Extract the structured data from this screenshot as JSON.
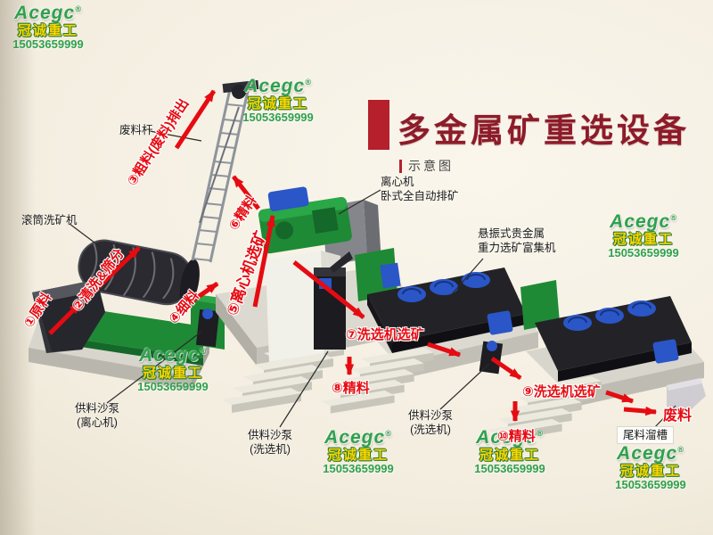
{
  "header": {
    "title": "多金属矿重选设备",
    "subtitle": "示意图"
  },
  "watermark": {
    "brand": "Acegc",
    "reg": "®",
    "company": "冠诚重工",
    "phone": "15053659999"
  },
  "flow": {
    "step1": "①原料",
    "step2": "②清洗&筛分",
    "step3": "③粗料(废料)排出",
    "step4": "④细料",
    "step5": "⑤离心机选矿",
    "step6": "⑥精料",
    "step7": "⑦洗选机选矿",
    "step8": "⑧精料",
    "step9": "⑨洗选机选矿",
    "step10": "⑩精料",
    "waste": "废料"
  },
  "equipment": {
    "waste_rod": "废料杆",
    "drum_washer": "滚筒洗矿机",
    "centrifuge_1": "离心机",
    "centrifuge_2": "卧式全自动排矿",
    "shaker_1": "悬振式贵金属",
    "shaker_2": "重力选矿富集机",
    "pump_centrifuge_1": "供料沙泵",
    "pump_centrifuge_2": "(离心机)",
    "pump_washer_a_1": "供料沙泵",
    "pump_washer_a_2": "(洗选机)",
    "pump_washer_b_1": "供料沙泵",
    "pump_washer_b_2": "(洗选机)",
    "tailings_chute": "尾料溜槽"
  },
  "colors": {
    "accent_red": "#e60b12",
    "title_red": "#8e1b29",
    "title_block_red": "#b5202c",
    "brand_green": "#2fa14d",
    "brand_yellow": "#ffd400",
    "machine_green": "#1f8a35",
    "machine_blue": "#2a56c8",
    "background_cream": "#f3eddf"
  }
}
